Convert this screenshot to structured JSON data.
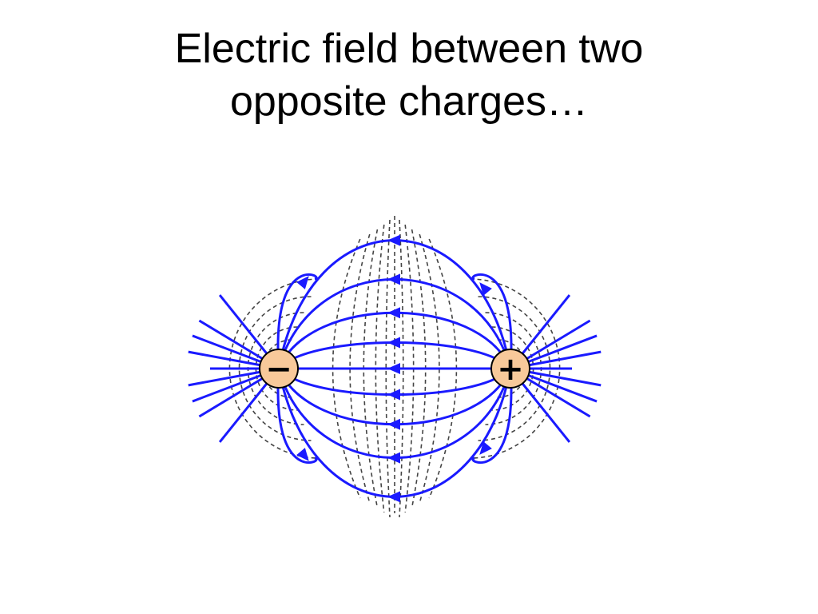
{
  "slide": {
    "title_line1": "Electric field between two",
    "title_line2": "opposite charges…"
  },
  "diagram": {
    "charges": [
      {
        "id": "negative",
        "sign": "−"
      },
      {
        "id": "positive",
        "sign": "+"
      }
    ],
    "colors": {
      "field_line": "#1a1aff",
      "equipotential": "#444444",
      "charge_fill": "#f8c99a",
      "charge_stroke": "#000000"
    }
  }
}
